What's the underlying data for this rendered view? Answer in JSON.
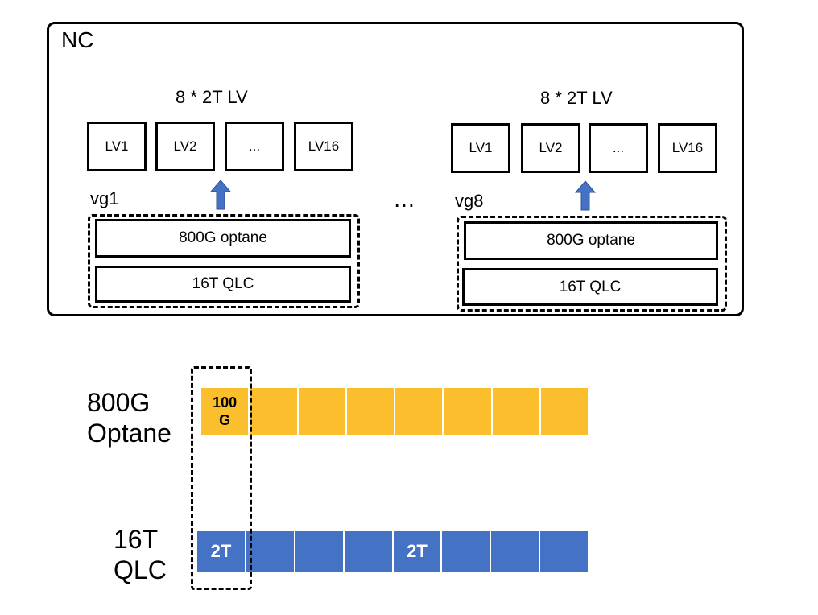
{
  "nc": {
    "title": "NC",
    "ellipsis": "…",
    "groups": [
      {
        "lv_title": "8 * 2T LV",
        "lvs": [
          "LV1",
          "LV2",
          "...",
          "LV16"
        ],
        "vg_label": "vg1",
        "devices": [
          "800G optane",
          "16T QLC"
        ]
      },
      {
        "lv_title": "8 * 2T LV",
        "lvs": [
          "LV1",
          "LV2",
          "...",
          "LV16"
        ],
        "vg_label": "vg8",
        "devices": [
          "800G optane",
          "16T QLC"
        ]
      }
    ]
  },
  "layout_rows": {
    "optane": {
      "label_line1": "800G",
      "label_line2": "Optane",
      "cells": [
        "100\nG",
        "",
        "",
        "",
        "",
        "",
        "",
        ""
      ],
      "color": "#fbbf2e"
    },
    "qlc": {
      "label_line1": "16T",
      "label_line2": "QLC",
      "cells": [
        "2T",
        "",
        "",
        "",
        "2T",
        "",
        "",
        ""
      ],
      "color": "#4472c4"
    }
  },
  "colors": {
    "arrow": "#4472c4",
    "optane": "#fbbf2e",
    "qlc": "#4472c4"
  },
  "icons": [
    "up-arrow-icon"
  ]
}
